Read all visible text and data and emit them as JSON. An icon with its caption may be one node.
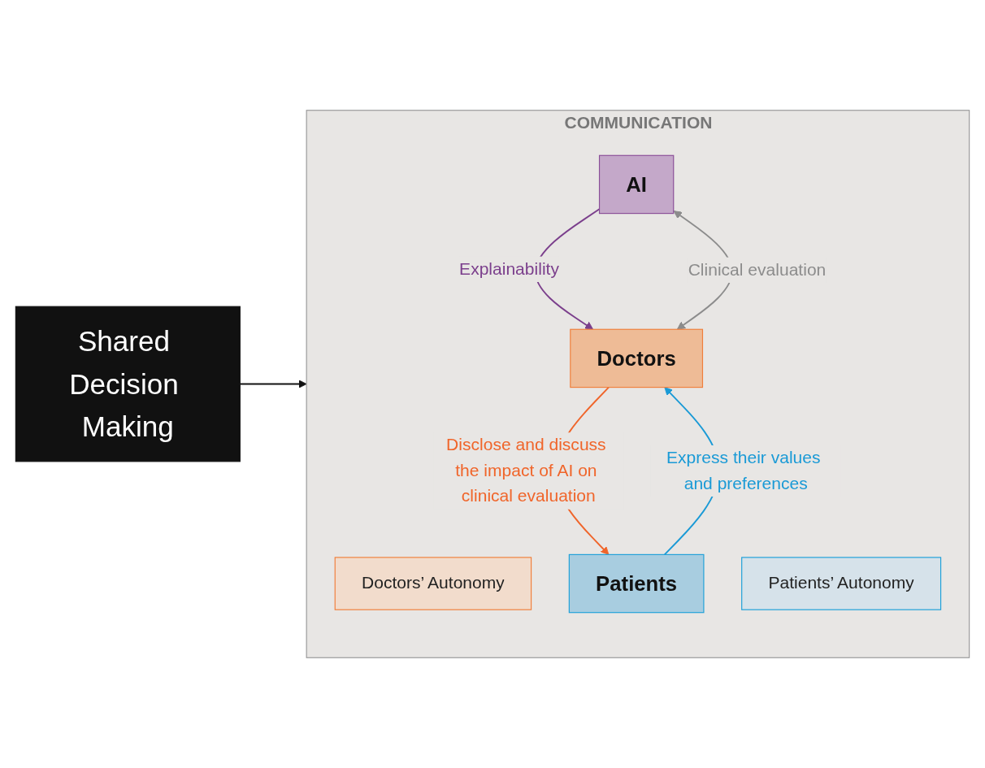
{
  "diagram": {
    "nodes": [
      {
        "text": [
          "COMMUNICATION"
        ]
      },
      {
        "text": [
          "Shared Decision Making"
        ]
      },
      {
        "text": [
          "Doctors’ Autonomy"
        ],
        "in": 0
      },
      {
        "text": [
          "AI"
        ],
        "in": 0
      },
      {
        "text": [
          "Doctors"
        ],
        "in": 0
      },
      {
        "text": [
          "Patients"
        ],
        "in": 0
      },
      {
        "text": [
          "Patients’ Autonomy"
        ],
        "in": 0
      }
    ],
    "edges": [
      {
        "from": 1,
        "to": 0,
        "arrow": "to"
      },
      {
        "from": 3,
        "to": 4,
        "arrow": "to",
        "label": "Explainability",
        "color": "#7b3f8c"
      },
      {
        "from": 3,
        "to": 4,
        "arrow": "both",
        "label": "Clinical evaluation",
        "color": "#8c8c8c"
      },
      {
        "from": 4,
        "to": 5,
        "arrow": "to",
        "label": "Disclose and discuss the impact of AI on clinical evaluation",
        "color": "#f0652a"
      },
      {
        "from": 5,
        "to": 4,
        "arrow": "to",
        "label": "Express their values and preferences",
        "color": "#1a9ad6"
      }
    ]
  }
}
